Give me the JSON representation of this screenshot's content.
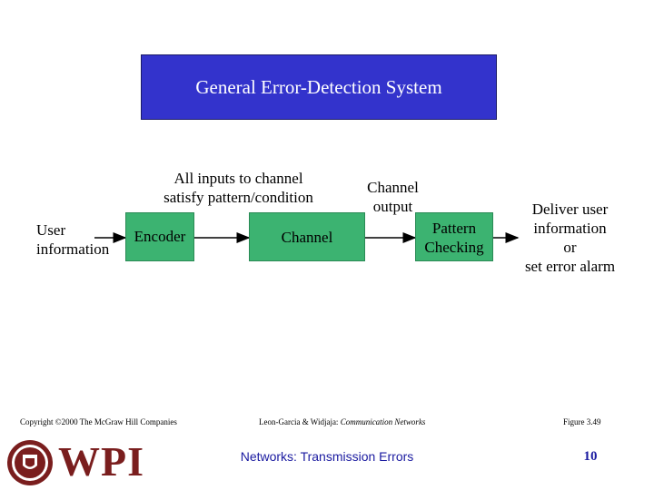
{
  "header": {
    "title": "General Error-Detection System"
  },
  "diagram": {
    "user_info": "User\ninformation",
    "encoder": "Encoder",
    "channel": "Channel",
    "pattern_checking": "Pattern\nChecking",
    "note_inputs": "All inputs to channel\nsatisfy pattern/condition",
    "note_output": "Channel\noutput",
    "note_deliver": "Deliver user\ninformation\nor\nset error alarm",
    "colors": {
      "box_fill": "#3cb371",
      "title_fill": "#3333cc"
    }
  },
  "footer": {
    "copyright": "Copyright ©2000 The McGraw Hill Companies",
    "citation_prefix": "Leon-Garcia & Widjaja: ",
    "citation_book": "Communication Networks",
    "figure": "Figure 3.49",
    "logo_text": "WPI",
    "bottom_title": "Networks: Transmission Errors",
    "page_number": "10"
  }
}
